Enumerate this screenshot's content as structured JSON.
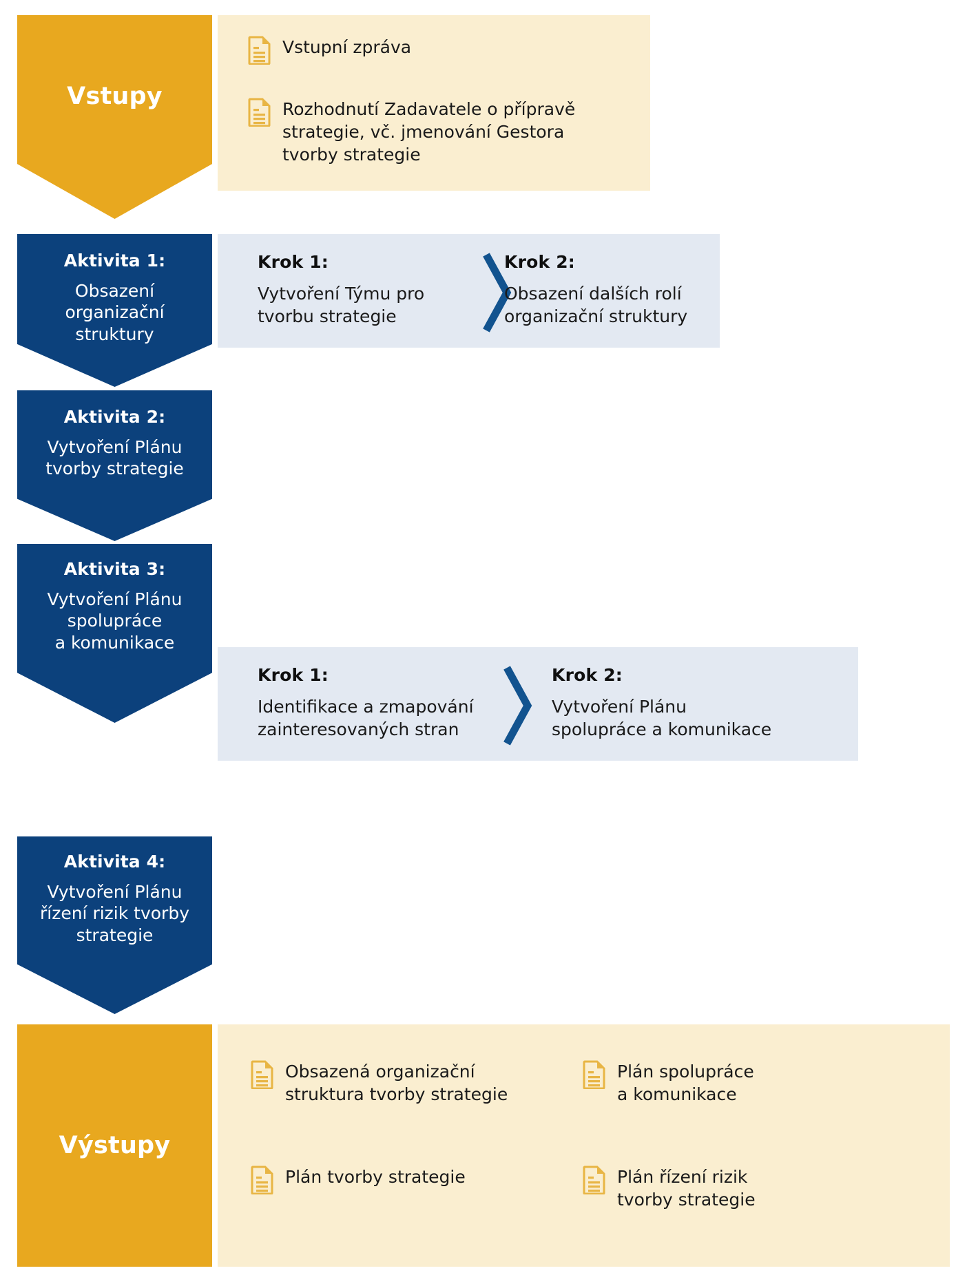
{
  "colors": {
    "gold": "#e8a81f",
    "cream": "#faeed0",
    "navy": "#0c417c",
    "light_blue": "#e3e9f2",
    "text_dark": "#1a1a1a",
    "text_white": "#ffffff"
  },
  "inputs": {
    "label": "Vstupy",
    "items": [
      {
        "icon": "document-icon",
        "text": "Vstupní zpráva"
      },
      {
        "icon": "document-icon",
        "text": "Rozhodnutí Zadavatele o přípravě\nstrategie, vč. jmenování Gestora\ntvorby strategie"
      }
    ]
  },
  "activities": [
    {
      "title": "Aktivita 1:",
      "subtitle": "Obsazení\norganizační\nstruktury",
      "steps": [
        {
          "title": "Krok 1:",
          "text": "Vytvoření Týmu pro\ntvorbu strategie"
        },
        {
          "title": "Krok 2:",
          "text": "Obsazení dalších rolí\norganizační struktury"
        }
      ]
    },
    {
      "title": "Aktivita 2:",
      "subtitle": "Vytvoření Plánu\ntvorby strategie",
      "steps": []
    },
    {
      "title": "Aktivita 3:",
      "subtitle": "Vytvoření Plánu\nspolupráce\na komunikace",
      "steps": [
        {
          "title": "Krok 1:",
          "text": "Identifikace a zmapování\nzainteresovaných stran"
        },
        {
          "title": "Krok 2:",
          "text": "Vytvoření Plánu\nspolupráce a komunikace"
        }
      ]
    },
    {
      "title": "Aktivita 4:",
      "subtitle": "Vytvoření Plánu\nřízení rizik tvorby\nstrategie",
      "steps": []
    }
  ],
  "outputs": {
    "label": "Výstupy",
    "items": [
      {
        "icon": "document-icon",
        "text": "Obsazená organizační\nstruktura tvorby strategie"
      },
      {
        "icon": "document-icon",
        "text": "Plán spolupráce\na komunikace"
      },
      {
        "icon": "document-icon",
        "text": "Plán tvorby strategie"
      },
      {
        "icon": "document-icon",
        "text": "Plán řízení rizik\ntvorby strategie"
      }
    ]
  }
}
